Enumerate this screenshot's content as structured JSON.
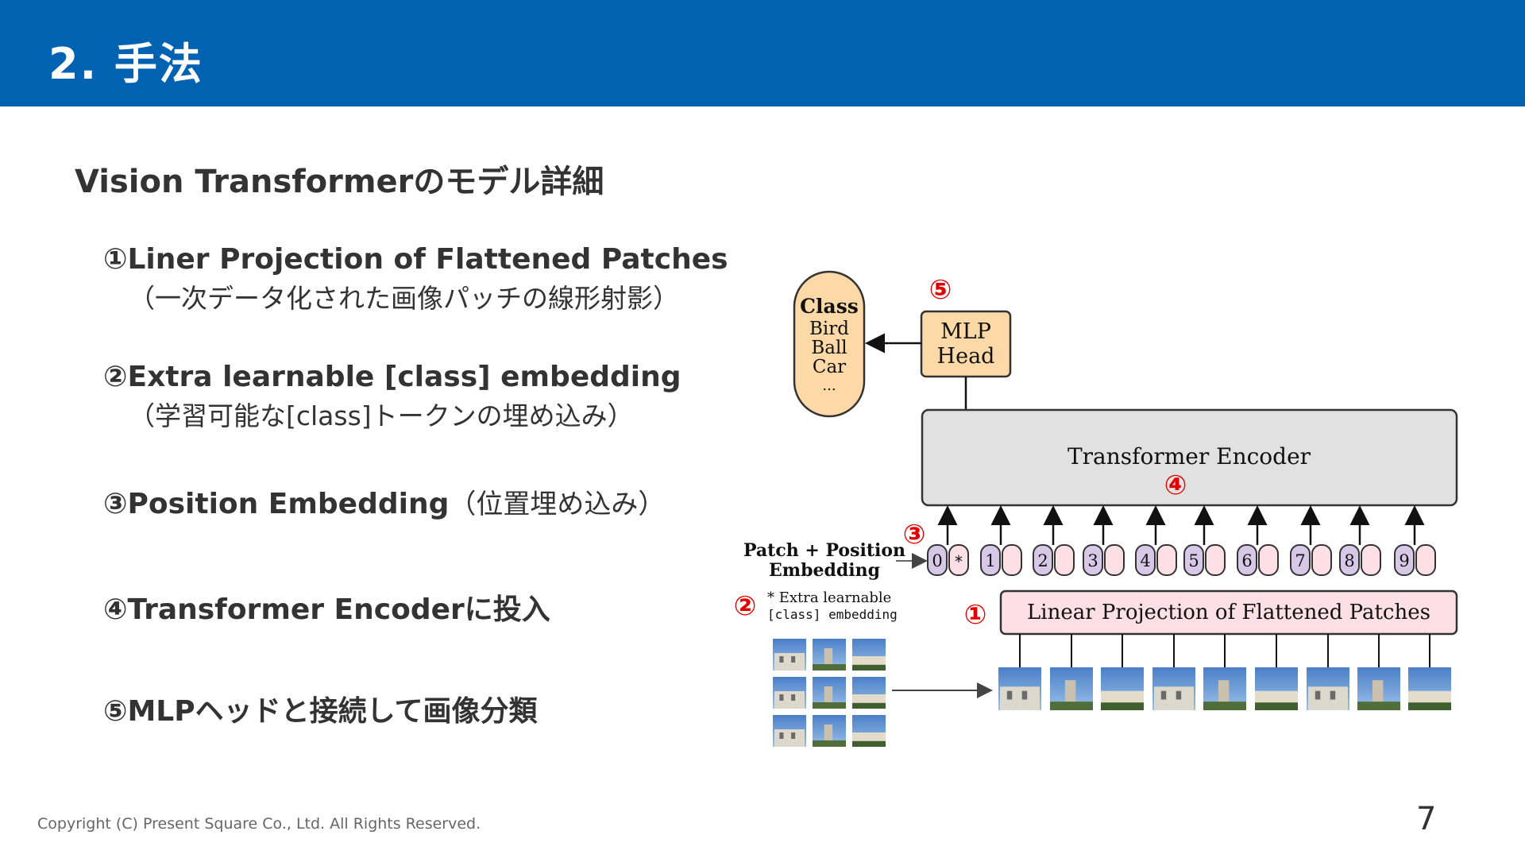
{
  "header": {
    "title": "2. 手法"
  },
  "subtitle": "Vision Transformerのモデル詳細",
  "items": [
    {
      "title": "①Liner Projection of Flattened Patches",
      "note": "",
      "sub": "（一次データ化された画像パッチの線形射影）"
    },
    {
      "title": "②Extra learnable [class] embedding",
      "note": "",
      "sub": "（学習可能な[class]トークンの埋め込み）"
    },
    {
      "title": "③Position Embedding",
      "note": "（位置埋め込み）",
      "sub": ""
    },
    {
      "title": "④Transformer Encoderに投入",
      "note": "",
      "sub": ""
    },
    {
      "title": "⑤MLPヘッドと接続して画像分類",
      "note": "",
      "sub": ""
    }
  ],
  "diagram": {
    "class_box": {
      "title": "Class",
      "items": [
        "Bird",
        "Ball",
        "Car",
        "..."
      ]
    },
    "mlp_head": [
      "MLP",
      "Head"
    ],
    "transformer_encoder": "Transformer Encoder",
    "linear_projection": "Linear Projection of Flattened Patches",
    "patch_position_embedding": [
      "Patch + Position",
      "Embedding"
    ],
    "extra_learnable": [
      "* Extra learnable",
      "[class] embedding"
    ],
    "token_labels": [
      "0",
      "1",
      "2",
      "3",
      "4",
      "5",
      "6",
      "7",
      "8",
      "9"
    ],
    "class_token_marker": "*",
    "markers": {
      "m1": "①",
      "m2": "②",
      "m3": "③",
      "m4": "④",
      "m5": "⑤"
    },
    "colors": {
      "class_fill": "#fcd9a6",
      "mlp_fill": "#fcd9a6",
      "encoder_fill": "#e1e1e1",
      "projection_fill": "#fce0e6",
      "position_fill": "#d8c8e8",
      "patch_fill": "#fce0e6",
      "marker": "#e00000"
    }
  },
  "footer": "Copyright (C) Present Square Co., Ltd. All Rights Reserved.",
  "page_number": "7"
}
